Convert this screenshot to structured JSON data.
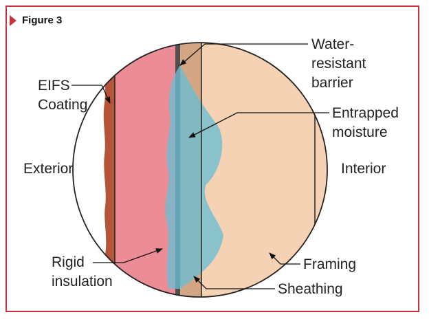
{
  "figure": {
    "title": "Figure 3"
  },
  "labels": {
    "eifs_line1": "EIFS",
    "eifs_line2": "Coating",
    "exterior": "Exterior",
    "interior": "Interior",
    "rigid_line1": "Rigid",
    "rigid_line2": "insulation",
    "water_line1": "Water-",
    "water_line2": "resistant",
    "water_line3": "barrier",
    "moisture_line1": "Entrapped",
    "moisture_line2": "moisture",
    "framing": "Framing",
    "sheathing": "Sheathing"
  },
  "colors": {
    "frame": "#c8323c",
    "coating": "#b4553a",
    "insulation": "#ec8c96",
    "barrier": "#505050",
    "sheathing": "#d2a584",
    "framing": "#f5d2b4",
    "moisture": "#6cbed2"
  }
}
